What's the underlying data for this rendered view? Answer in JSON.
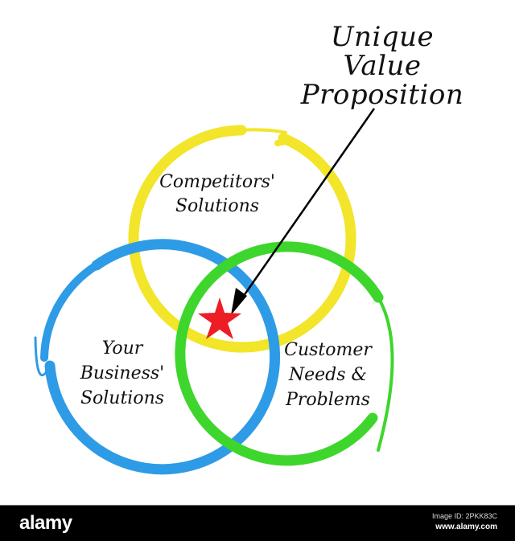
{
  "diagram": {
    "type": "venn",
    "title": {
      "lines": [
        "Unique",
        "Value",
        "Proposition"
      ]
    },
    "circles": [
      {
        "id": "competitors",
        "lines": [
          "Competitors'",
          "Solutions"
        ],
        "color": "#f2e52a"
      },
      {
        "id": "business",
        "lines": [
          "Your",
          "Business'",
          "Solutions"
        ],
        "color": "#2e9be6"
      },
      {
        "id": "customer",
        "lines": [
          "Customer",
          "Needs &",
          "Problems"
        ],
        "color": "#3ed62c"
      }
    ],
    "intersection_marker": {
      "icon": "star-icon",
      "color": "#ee1c24"
    },
    "arrow": {
      "from": "title",
      "to": "intersection",
      "color": "#000000"
    }
  },
  "footer": {
    "logo": "alamy",
    "image_id": "Image ID: 2PKK83C",
    "website": "www.alamy.com"
  }
}
